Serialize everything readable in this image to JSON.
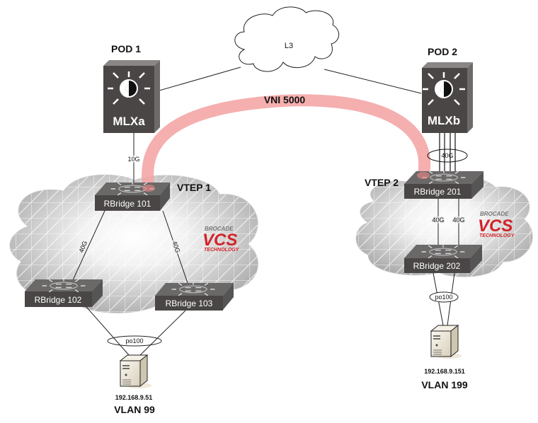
{
  "diagram": {
    "title": "VXLAN VNI 5000 between two Brocade VCS fabrics",
    "colors": {
      "tunnel": "#f4a6a6",
      "device_dark": "#4a4646",
      "device_side": "#7a7676",
      "vcs_red": "#d2232a",
      "fabric_grey": "#bdbdbd"
    },
    "l3_cloud": {
      "label": "L3"
    },
    "tunnel": {
      "label": "VNI 5000"
    },
    "pods": [
      {
        "label": "POD 1",
        "router": {
          "name": "MLXa",
          "icon": "router-icon"
        },
        "uplink_label": "10G",
        "vtep_label": "VTEP 1",
        "fabric": {
          "logo": {
            "top": "BROCADE",
            "main": "VCS",
            "bottom": "TECHNOLOGY"
          },
          "switches": [
            "RBridge 101",
            "RBridge 102",
            "RBridge 103"
          ],
          "links": [
            "40G",
            "40G"
          ]
        },
        "port_channel": "po100",
        "server": {
          "icon": "server-icon",
          "ip": "192.168.9.51",
          "vlan": "VLAN 99"
        }
      },
      {
        "label": "POD 2",
        "router": {
          "name": "MLXb",
          "icon": "router-icon"
        },
        "uplink_label": "40G",
        "vtep_label": "VTEP 2",
        "fabric": {
          "logo": {
            "top": "BROCADE",
            "main": "VCS",
            "bottom": "TECHNOLOGY"
          },
          "switches": [
            "RBridge 201",
            "RBridge 202"
          ],
          "links": [
            "40G",
            "40G"
          ]
        },
        "port_channel": "po100",
        "server": {
          "icon": "server-icon",
          "ip": "192.168.9.151",
          "vlan": "VLAN 199"
        }
      }
    ]
  }
}
